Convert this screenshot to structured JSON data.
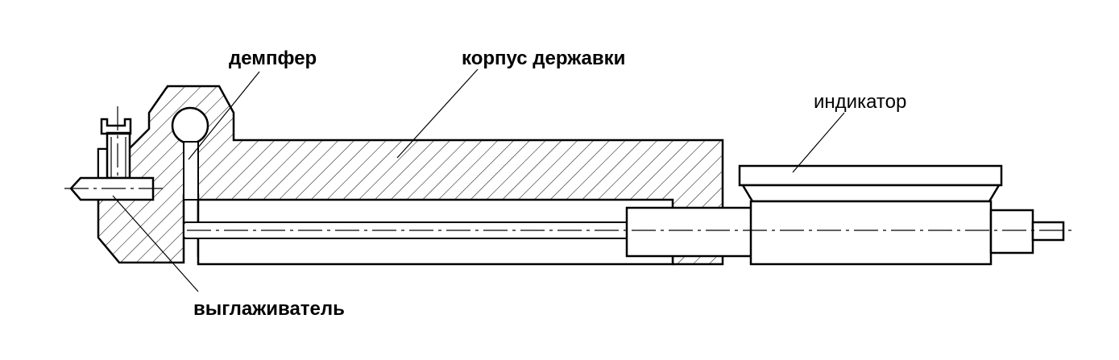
{
  "labels": {
    "damper": "демпфер",
    "holder_body": "корпус державки",
    "indicator": "индикатор",
    "burnisher": "выглаживатель"
  }
}
